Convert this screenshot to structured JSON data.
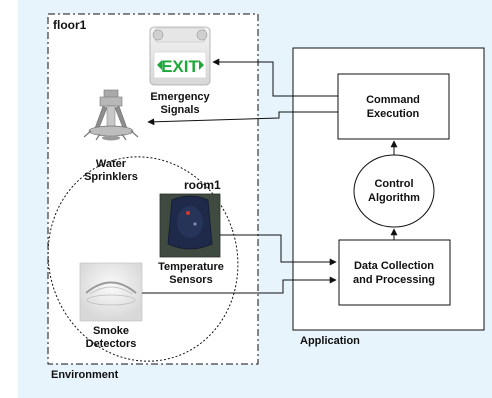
{
  "environment": {
    "label": "Environment",
    "floor_label": "floor1",
    "room_label": "room1"
  },
  "devices": {
    "exit_sign_text": "EXIT",
    "emergency_signals": [
      "Emergency",
      "Signals"
    ],
    "water_sprinklers": [
      "Water",
      "Sprinklers"
    ],
    "temperature_sensors": [
      "Temperature",
      "Sensors"
    ],
    "smoke_detectors": [
      "Smoke",
      "Detectors"
    ]
  },
  "application": {
    "label": "Application",
    "command_execution": [
      "Command",
      "Execution"
    ],
    "control_algorithm": [
      "Control",
      "Algorithm"
    ],
    "data_collection": [
      "Data Collection",
      "and Processing"
    ]
  },
  "colors": {
    "environment_bg": "#e8f4fb",
    "line": "#111111",
    "exit_green": "#1ea83a"
  }
}
